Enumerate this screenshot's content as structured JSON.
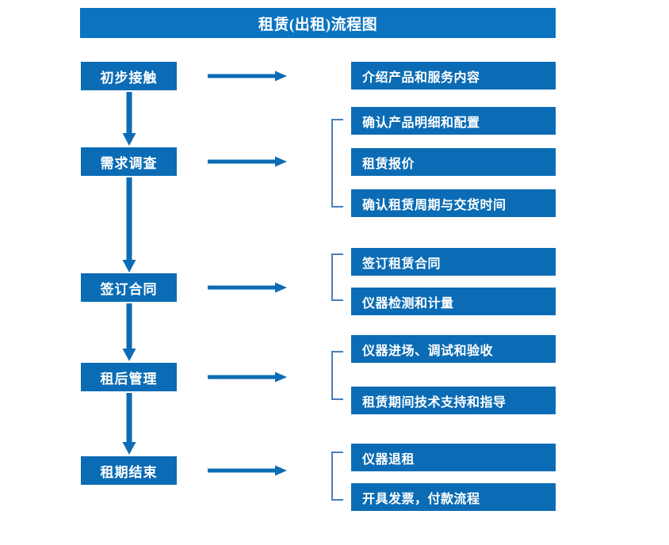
{
  "diagram": {
    "title": "租赁(出租)流程图",
    "colors": {
      "title_bar": "#0b74c0",
      "box_fill": "#0b6cb5",
      "box_text": "#ffffff",
      "arrow": "#0b6cb5",
      "bracket": "#4a7ebb",
      "background": "#ffffff"
    },
    "stages": [
      {
        "label": "初步接触"
      },
      {
        "label": "需求调查"
      },
      {
        "label": "签订合同"
      },
      {
        "label": "租后管理"
      },
      {
        "label": "租期结束"
      }
    ],
    "details": [
      {
        "group": 1,
        "items": [
          "介绍产品和服务内容"
        ]
      },
      {
        "group": 2,
        "items": [
          "确认产品明细和配置",
          "租赁报价",
          "确认租赁周期与交货时间"
        ]
      },
      {
        "group": 3,
        "items": [
          "签订租赁合同",
          "仪器检测和计量"
        ]
      },
      {
        "group": 4,
        "items": [
          "仪器进场、调试和验收",
          "租赁期间技术支持和指导"
        ]
      },
      {
        "group": 5,
        "items": [
          "仪器退租",
          "开具发票，付款流程"
        ]
      }
    ],
    "icons": {
      "flow_arrow_right": "arrow-right-icon",
      "flow_arrow_down": "arrow-down-icon",
      "group_bracket": "bracket-icon"
    }
  }
}
